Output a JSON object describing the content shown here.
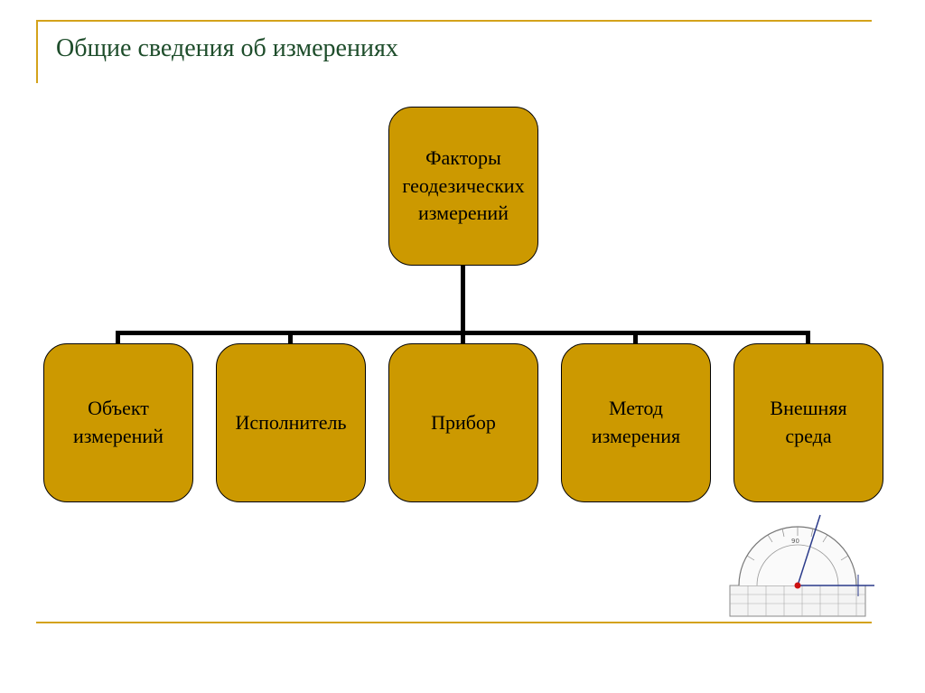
{
  "title": "Общие сведения об измерениях",
  "diagram": {
    "root": "Факторы\nгеодезических\nизмерений",
    "children": [
      "Объект\nизмерений",
      "Исполнитель",
      "Прибор",
      "Метод\nизмерения",
      "Внешняя\nсреда"
    ]
  },
  "colors": {
    "box_fill": "#cc9900",
    "accent_rule": "#d4a21a",
    "title_color": "#1e4d2b"
  },
  "illustration": {
    "name": "protractor-image",
    "scale_label": "90"
  }
}
